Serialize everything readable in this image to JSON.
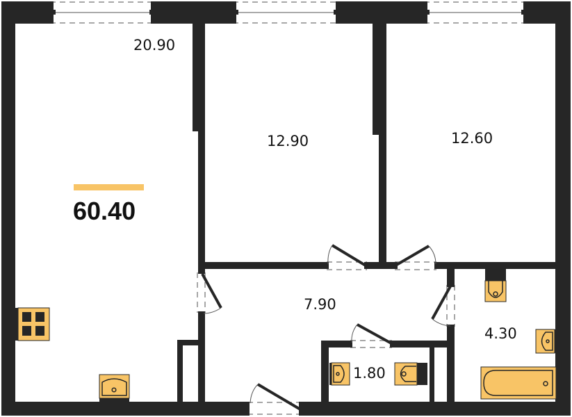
{
  "plan": {
    "total_area": "60.40",
    "accent_color": "#f8c466",
    "wall_color": "#262626",
    "rooms": [
      {
        "id": "living-kitchen",
        "area": "20.90"
      },
      {
        "id": "bedroom-1",
        "area": "12.90"
      },
      {
        "id": "bedroom-2",
        "area": "12.60"
      },
      {
        "id": "hallway",
        "area": "7.90"
      },
      {
        "id": "toilet",
        "area": "1.80"
      },
      {
        "id": "bathroom",
        "area": "4.30"
      }
    ],
    "icons": {
      "stove": "stove-icon",
      "kitchen_sink": "sink-icon",
      "toilet": "toilet-icon",
      "washbasin": "washbasin-icon",
      "bathtub": "bathtub-icon"
    }
  }
}
